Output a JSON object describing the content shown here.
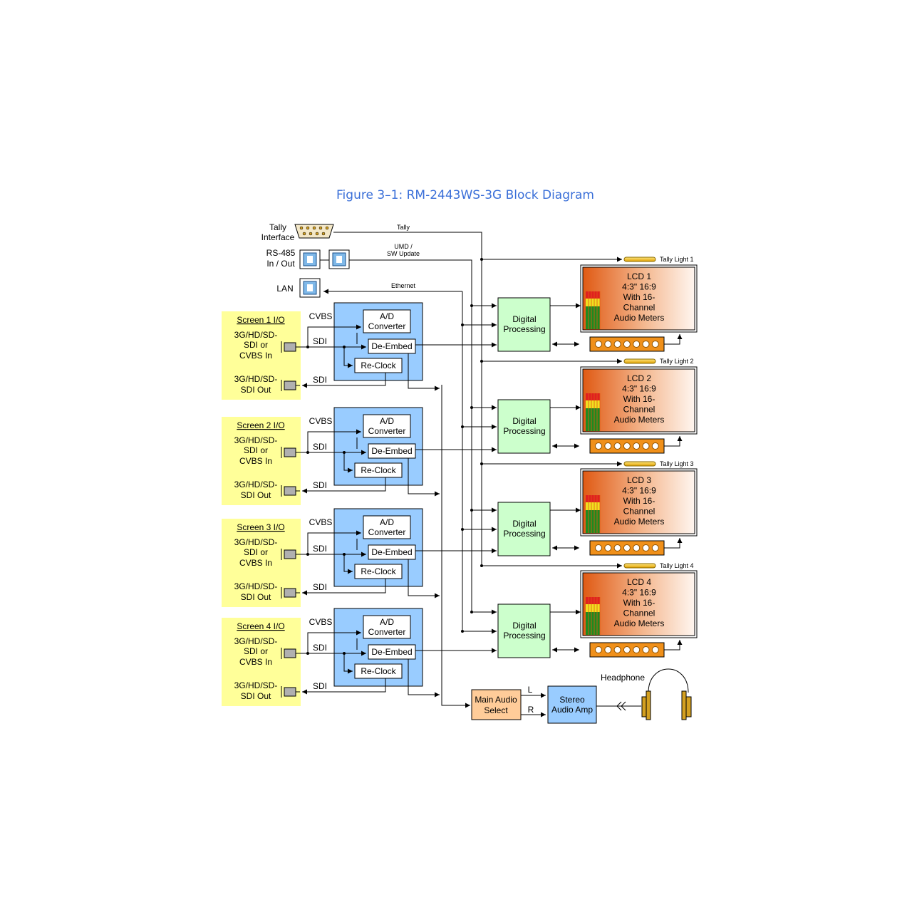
{
  "figure_title": "Figure 3–1: RM-2443WS-3G Block Diagram",
  "inputs": {
    "tally_interface": [
      "Tally",
      "Interface"
    ],
    "rs485": [
      "RS-485",
      "In / Out"
    ],
    "lan": "LAN"
  },
  "signals": {
    "tally": "Tally",
    "umd": [
      "UMD /",
      "SW Update"
    ],
    "ethernet": "Ethernet",
    "cvbs": "CVBS",
    "sdi": "SDI",
    "l": "L",
    "r": "R"
  },
  "screens": [
    {
      "title": "Screen 1 I/O",
      "in_label": [
        "3G/HD/SD-",
        "SDI or",
        "CVBS In"
      ],
      "out_label": [
        "3G/HD/SD-",
        "SDI Out"
      ]
    },
    {
      "title": "Screen 2 I/O",
      "in_label": [
        "3G/HD/SD-",
        "SDI or",
        "CVBS In"
      ],
      "out_label": [
        "3G/HD/SD-",
        "SDI Out"
      ]
    },
    {
      "title": "Screen 3 I/O",
      "in_label": [
        "3G/HD/SD-",
        "SDI or",
        "CVBS In"
      ],
      "out_label": [
        "3G/HD/SD-",
        "SDI Out"
      ]
    },
    {
      "title": "Screen 4 I/O",
      "in_label": [
        "3G/HD/SD-",
        "SDI or",
        "CVBS In"
      ],
      "out_label": [
        "3G/HD/SD-",
        "SDI Out"
      ]
    }
  ],
  "blocks": {
    "ad_converter": [
      "A/D",
      "Converter"
    ],
    "de_embed": "De-Embed",
    "re_clock": "Re-Clock",
    "digital_processing": [
      "Digital",
      "Processing"
    ],
    "main_audio_select": [
      "Main Audio",
      "Select"
    ],
    "stereo_audio_amp": [
      "Stereo",
      "Audio Amp"
    ],
    "headphone": "Headphone"
  },
  "lcds": [
    {
      "lines": [
        "LCD 1",
        "4:3\" 16:9",
        "With 16-",
        "Channel",
        "Audio Meters"
      ],
      "tally": "Tally Light 1"
    },
    {
      "lines": [
        "LCD 2",
        "4:3\" 16:9",
        "With 16-",
        "Channel",
        "Audio Meters"
      ],
      "tally": "Tally Light 2"
    },
    {
      "lines": [
        "LCD 3",
        "4:3\" 16:9",
        "With 16-",
        "Channel",
        "Audio Meters"
      ],
      "tally": "Tally Light 3"
    },
    {
      "lines": [
        "LCD 4",
        "4:3\" 16:9",
        "With 16-",
        "Channel",
        "Audio Meters"
      ],
      "tally": "Tally Light 4"
    }
  ],
  "colors": {
    "title": "#3a6fd8",
    "screen_panel": "#ffff99",
    "channel_block": "#99ccff",
    "digital_processing": "#ccffcc",
    "main_audio_select": "#ffcc99",
    "stereo_amp": "#99ccff",
    "lcd_gradient_start": "#e8601a",
    "tally_light": "#ffcc00",
    "button_strip": "#f0901a"
  }
}
